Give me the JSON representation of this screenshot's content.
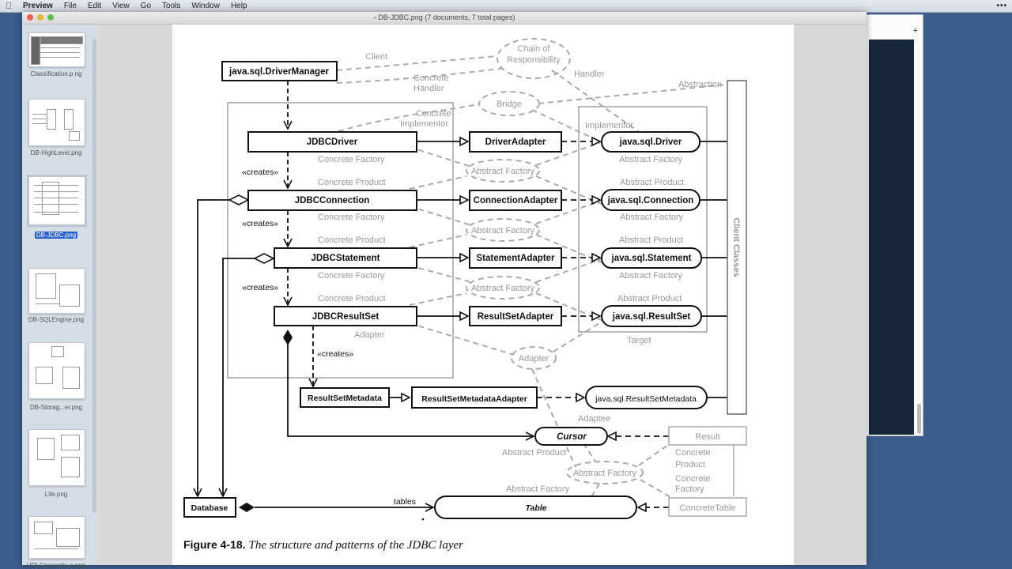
{
  "menubar": {
    "apple_icon": "apple-logo",
    "app_name": "Preview",
    "items": [
      "File",
      "Edit",
      "View",
      "Go",
      "Tools",
      "Window",
      "Help"
    ],
    "overflow": "•••"
  },
  "window": {
    "title": "DB-JDBC.png (7 documents, 7 total pages)",
    "traffic_lights": {
      "close": "#ec5f57",
      "minimize": "#e2b43b",
      "zoom": "#5fc049"
    }
  },
  "sidebar": {
    "thumbnails": [
      {
        "label": "Classification.p ng",
        "selected": false
      },
      {
        "label": "DB-HighLevel.png",
        "selected": false
      },
      {
        "label": "DB-JDBC.png",
        "selected": true
      },
      {
        "label": "DB-SQLEngine.png",
        "selected": false
      },
      {
        "label": "DB-Storag...er.png",
        "selected": false
      },
      {
        "label": "Life.png",
        "selected": false
      },
      {
        "label": "URLConnectio n.png",
        "selected": false
      }
    ]
  },
  "background_window": {
    "plus_icon": "+"
  },
  "diagram": {
    "classes": {
      "driver_manager": "java.sql.DriverManager",
      "jdbc_driver": "JDBCDriver",
      "jdbc_connection": "JDBCConnection",
      "jdbc_statement": "JDBCStatement",
      "jdbc_resultset": "JDBCResultSet",
      "driver_adapter": "DriverAdapter",
      "connection_adapter": "ConnectionAdapter",
      "statement_adapter": "StatementAdapter",
      "resultset_adapter": "ResultSetAdapter",
      "sql_driver": "java.sql.Driver",
      "sql_connection": "java.sql.Connection",
      "sql_statement": "java.sql.Statement",
      "sql_resultset": "java.sql.ResultSet",
      "resultset_metadata": "ResultSetMetadata",
      "resultset_metadata_adapter": "ResultSetMetadataAdapter",
      "sql_resultset_metadata": "java.sql.ResultSetMetadata",
      "cursor": "Cursor",
      "result": "Result",
      "database": "Database",
      "table": "Table",
      "concrete_table": "ConcreteTable",
      "client_classes": "Client Classes"
    },
    "stereotypes": {
      "creates": "«creates»"
    },
    "association_labels": {
      "tables": "tables"
    },
    "patterns": {
      "chain_of_responsibility": [
        "Chain of",
        "Responsibility"
      ],
      "bridge": "Bridge",
      "abstract_factory": "Abstract Factory",
      "adapter": "Adapter"
    },
    "roles": {
      "client": "Client",
      "concrete_handler": [
        "Concrete",
        "Handler"
      ],
      "handler": "Handler",
      "abstraction": "Abstraction",
      "concrete_implementor": [
        "Concrete",
        "Implementor"
      ],
      "implementor": "Implementor",
      "concrete_factory": "Concrete Factory",
      "concrete_product": "Concrete  Product",
      "abstract_factory": "Abstract Factory",
      "abstract_product": "Abstract Product",
      "adapter": "Adapter",
      "target": "Target",
      "adaptee": "Adaptee",
      "concrete_product_2": [
        "Concrete",
        "Product"
      ],
      "concrete_factory_2": [
        "Concrete",
        "Factory"
      ]
    },
    "caption": {
      "label": "Figure 4-18.",
      "text": "The structure and patterns of the JDBC layer"
    }
  }
}
